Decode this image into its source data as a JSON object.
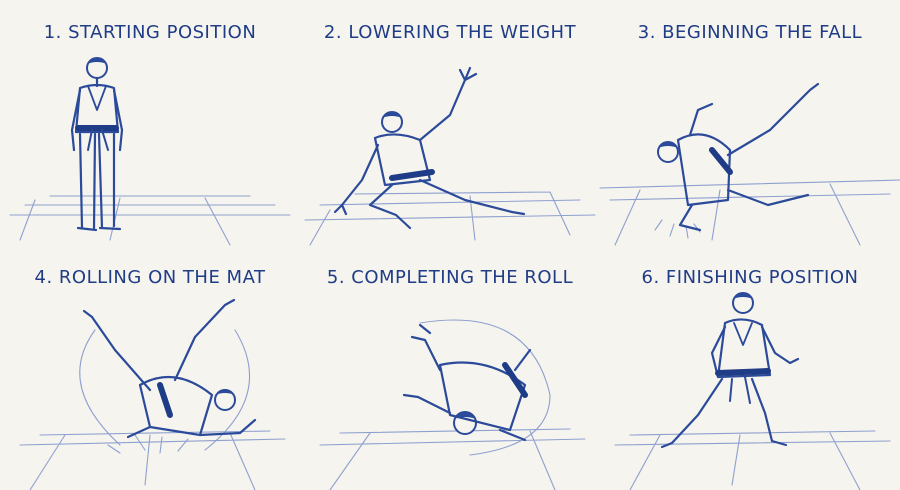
{
  "colors": {
    "background": "#f6f4ee",
    "ink": "#2b4a9a",
    "title": "#1f3c86"
  },
  "steps": [
    {
      "label": "1. STARTING POSITION"
    },
    {
      "label": "2. LOWERING THE WEIGHT"
    },
    {
      "label": "3. BEGINNING THE FALL"
    },
    {
      "label": "4. ROLLING ON THE MAT"
    },
    {
      "label": "5. COMPLETING THE ROLL"
    },
    {
      "label": "6. FINISHING POSITION"
    }
  ]
}
